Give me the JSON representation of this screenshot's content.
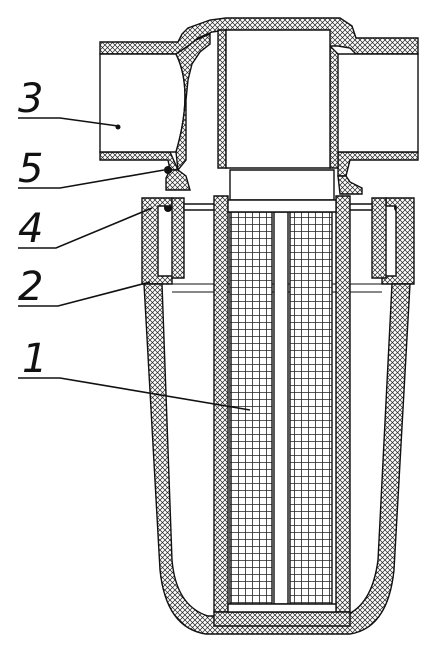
{
  "callouts": [
    {
      "id": "3",
      "label": "3"
    },
    {
      "id": "5",
      "label": "5"
    },
    {
      "id": "4",
      "label": "4"
    },
    {
      "id": "2",
      "label": "2"
    },
    {
      "id": "1",
      "label": "1"
    }
  ],
  "colors": {
    "line": "#111111",
    "background": "#ffffff"
  }
}
